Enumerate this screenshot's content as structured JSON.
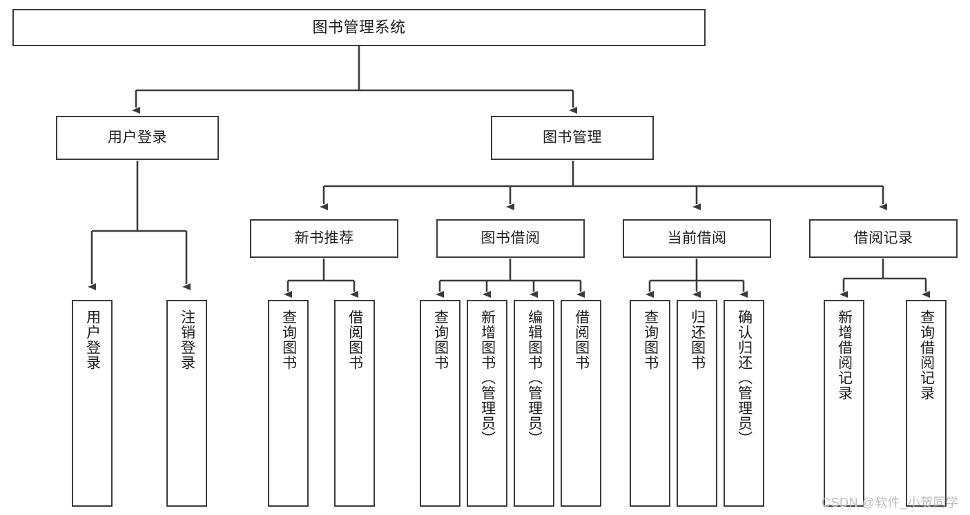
{
  "diagram": {
    "title": "图书管理系统",
    "type": "tree-hierarchy-chart",
    "colors": {
      "stroke": "#3b3b3b",
      "fill": "#ffffff",
      "text": "#1d1d1d",
      "watermark": "#bdbdbd"
    },
    "levels": {
      "root": {
        "label": "图书管理系统"
      },
      "level2": [
        {
          "id": "user-login",
          "label": "用户登录"
        },
        {
          "id": "book-manage",
          "label": "图书管理"
        }
      ],
      "level3": [
        {
          "id": "new-book-rec",
          "label": "新书推荐"
        },
        {
          "id": "book-borrow",
          "label": "图书借阅"
        },
        {
          "id": "current-borrow",
          "label": "当前借阅"
        },
        {
          "id": "borrow-record",
          "label": "借阅记录"
        }
      ],
      "leaves": [
        {
          "id": "leaf-user-login",
          "label": "用户登录",
          "parent": "user-login"
        },
        {
          "id": "leaf-logout",
          "label": "注销登录",
          "parent": "user-login"
        },
        {
          "id": "leaf-query-book-1",
          "label": "查询图书",
          "parent": "new-book-rec"
        },
        {
          "id": "leaf-borrow-book-1",
          "label": "借阅图书",
          "parent": "new-book-rec"
        },
        {
          "id": "leaf-query-book-2",
          "label": "查询图书",
          "parent": "book-borrow"
        },
        {
          "id": "leaf-add-book",
          "label": "新增图书（管理员）",
          "parent": "book-borrow"
        },
        {
          "id": "leaf-edit-book",
          "label": "编辑图书（管理员）",
          "parent": "book-borrow"
        },
        {
          "id": "leaf-borrow-book-2",
          "label": "借阅图书",
          "parent": "book-borrow"
        },
        {
          "id": "leaf-query-book-3",
          "label": "查询图书",
          "parent": "current-borrow"
        },
        {
          "id": "leaf-return-book",
          "label": "归还图书",
          "parent": "current-borrow"
        },
        {
          "id": "leaf-confirm-return",
          "label": "确认归还（管理员）",
          "parent": "current-borrow"
        },
        {
          "id": "leaf-add-record",
          "label": "新增借阅记录",
          "parent": "borrow-record"
        },
        {
          "id": "leaf-query-record",
          "label": "查询借阅记录",
          "parent": "borrow-record"
        }
      ]
    },
    "watermark": "CSDN @软件_小贺同学"
  }
}
